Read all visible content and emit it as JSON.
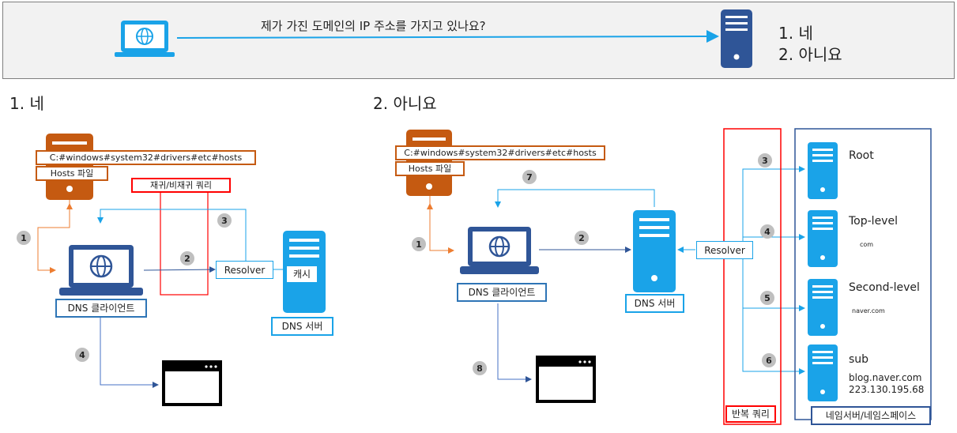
{
  "top": {
    "question": "제가 가진 도메인의 IP 주소를 가지고 있나요?",
    "option1": "1.  네",
    "option2": "2.  아니요"
  },
  "left": {
    "heading": "1. 네",
    "hosts_path": "C:#windows#system32#drivers#etc#hosts",
    "hosts_file": "Hosts 파일",
    "query_label": "재귀/비재귀 쿼리",
    "resolver": "Resolver",
    "cache": "캐시",
    "client": "DNS 클라이언트",
    "server": "DNS 서버",
    "steps": [
      "1",
      "2",
      "3",
      "4"
    ]
  },
  "right": {
    "heading": "2. 아니요",
    "hosts_path": "C:#windows#system32#drivers#etc#hosts",
    "hosts_file": "Hosts 파일",
    "client": "DNS 클라이언트",
    "server": "DNS 서버",
    "resolver": "Resolver",
    "iterative_label": "반복 쿼리",
    "nameserver_label": "네임서버/네임스페이스",
    "steps": [
      "1",
      "2",
      "3",
      "4",
      "5",
      "6",
      "7",
      "8"
    ],
    "servers": {
      "root": "Root",
      "top_level": "Top-level",
      "top_level_sub": "com",
      "second_level": "Second-level",
      "second_level_sub": "naver.com",
      "sub": "sub",
      "sub_domain": "blog.naver.com",
      "sub_ip": "223.130.195.68"
    }
  },
  "colors": {
    "server_blue": "#1aa3e8",
    "dark_blue": "#2f5597",
    "orange": "#c55a11",
    "red": "#ff0000"
  }
}
